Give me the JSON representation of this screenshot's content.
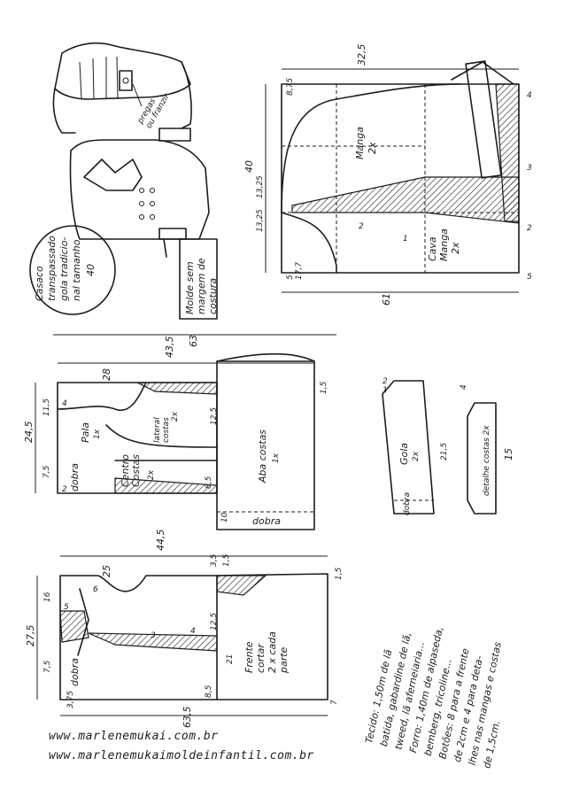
{
  "title": {
    "line1": "Casaco",
    "line2": "transpassado",
    "line3": "gola tradicio-",
    "line4": "nal tamanho",
    "size": "40"
  },
  "note": {
    "line1": "Molde sem",
    "line2": "margem de",
    "line3": "costura"
  },
  "sketch_note": {
    "line1": "pregas",
    "line2": "ou franzir"
  },
  "pieces": {
    "manga": {
      "name": "Manga",
      "qty": "2x"
    },
    "cava_manga": {
      "name1": "Cava",
      "name2": "Manga",
      "qty": "2x"
    },
    "pala": {
      "name": "Pala",
      "qty": "1x"
    },
    "centro_costas": {
      "name1": "Centro",
      "name2": "Costas",
      "qty": "2x"
    },
    "lateral_costas": {
      "name1": "lateral",
      "name2": "costas",
      "qty": "2x"
    },
    "aba_costas": {
      "name": "Aba costas",
      "qty": "1x"
    },
    "frente": {
      "name1": "Frente",
      "name2": "cortar",
      "name3": "2 x cada",
      "name4": "parte"
    },
    "gola": {
      "name": "Gola",
      "qty": "2x"
    },
    "detalhe_costas": {
      "name": "detalhe costas 2x"
    }
  },
  "fold_labels": {
    "back": "dobra",
    "aba": "dobra",
    "front": "dobra",
    "gola": "dobra"
  },
  "measurements": {
    "m_40": "40",
    "m_32_5": "32,5",
    "m_13_25a": "13,25",
    "m_13_25b": "13,25",
    "m_8_75": "8,75",
    "m_17_7": "17,7",
    "m_5": "5",
    "m_61": "61",
    "m_63": "63",
    "m_24_5": "24,5",
    "m_11_5": "11,5",
    "m_7_5a": "7,5",
    "m_28": "28",
    "m_43_5": "43,5",
    "m_12_5": "12,5",
    "m_8_5a": "8,5",
    "m_10": "10",
    "m_1_5a": "1,5",
    "m_27_5": "27,5",
    "m_16": "16",
    "m_25": "25",
    "m_44_5": "44,5",
    "m_3_5": "3,5",
    "m_12_5b": "12,5",
    "m_21": "21",
    "m_8_5b": "8,5",
    "m_7_5b": "7,5",
    "m_3_75": "3,75",
    "m_63_5": "63,5",
    "m_7": "7",
    "m_21_5": "21,5",
    "m_15": "15",
    "m_4": "4",
    "m_2": "2",
    "m_1_5b": "1,5",
    "m_1_5c": "1,5"
  },
  "markers": {
    "one": "1",
    "two": "2",
    "three": "3",
    "four": "4",
    "five": "5",
    "six": "6"
  },
  "materials": {
    "line1": "Tecido: 1,50m de lã",
    "line2": "batida, gabardine de lã,",
    "line3": "tweed, lã aferneiaria...",
    "line4": "Forro: 1,40m de alpaseda,",
    "line5": "bemberg, tricoline...",
    "line6": "Botões: 8 para a frente",
    "line7": "de 2cm e 4 para deta-",
    "line8": "lhes nas mangas e costas",
    "line9": "de 1,5cm."
  },
  "footer": {
    "url1": "www.marlenemukai.com.br",
    "url2": "www.marlenemukaimoldeinfantil.com.br"
  }
}
